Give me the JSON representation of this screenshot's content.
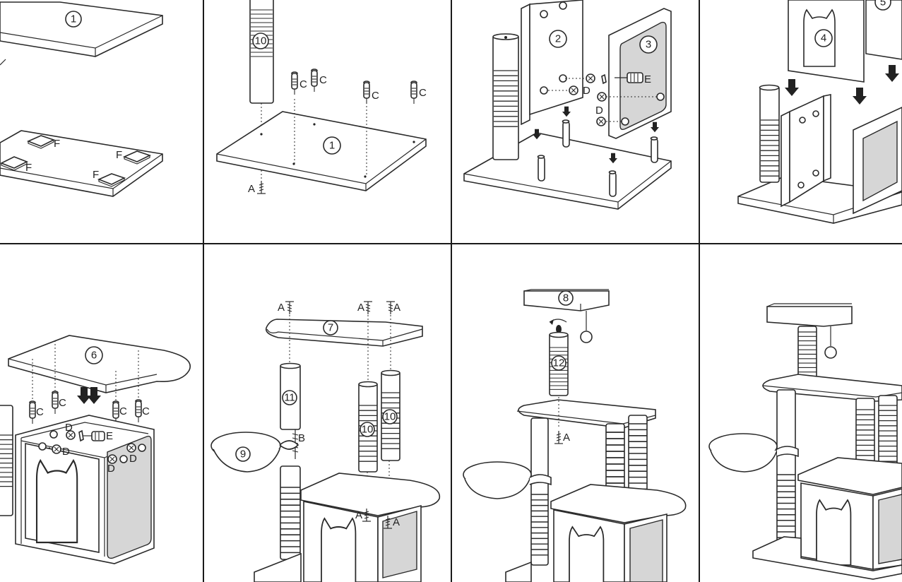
{
  "panels": [
    {
      "step": "step-1",
      "parts": [
        "1"
      ],
      "letters": [
        "F",
        "F",
        "F",
        "F"
      ]
    },
    {
      "step": "step-2",
      "parts": [
        "10",
        "1"
      ],
      "letters": [
        "C",
        "C",
        "C",
        "C",
        "A"
      ]
    },
    {
      "step": "step-3",
      "parts": [
        "2",
        "3"
      ],
      "letters": [
        "D",
        "D",
        "E"
      ]
    },
    {
      "step": "step-4",
      "parts": [
        "4",
        "5"
      ],
      "letters": []
    },
    {
      "step": "step-5",
      "parts": [
        "6"
      ],
      "letters": [
        "C",
        "C",
        "C",
        "C",
        "D",
        "D",
        "D",
        "D",
        "E"
      ]
    },
    {
      "step": "step-6",
      "parts": [
        "7",
        "11",
        "9",
        "10",
        "10"
      ],
      "letters": [
        "A",
        "A",
        "A",
        "B",
        "A",
        "A"
      ]
    },
    {
      "step": "step-7",
      "parts": [
        "8",
        "12"
      ],
      "letters": [
        "A"
      ]
    },
    {
      "step": "step-8",
      "parts": [],
      "letters": []
    }
  ],
  "colors": {
    "line": "#2a2a2a",
    "panel_fill": "#d6d6d6",
    "background": "#ffffff"
  }
}
